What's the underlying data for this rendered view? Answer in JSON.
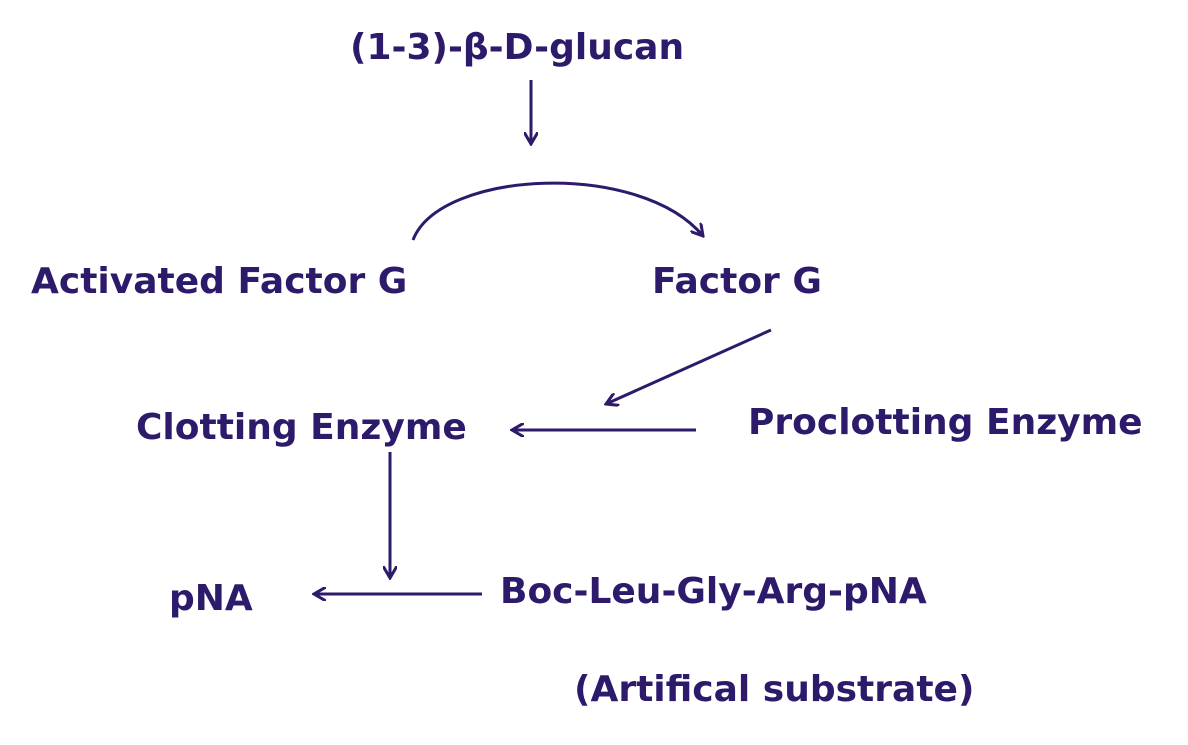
{
  "colors": {
    "ink": "#2e1a6b",
    "background": "#ffffff"
  },
  "labels": {
    "glucan": "(1-3)-β-D-glucan",
    "activated_factor_g": "Activated Factor G",
    "factor_g": "Factor G",
    "clotting_enzyme": "Clotting Enzyme",
    "proclotting_enzyme": "Proclotting Enzyme",
    "pna": "pNA",
    "substrate": "Boc-Leu-Gly-Arg-pNA",
    "substrate_note": "(Artifical substrate)"
  }
}
